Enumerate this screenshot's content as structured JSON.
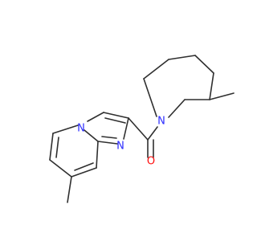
{
  "molecule": {
    "atom_labels": {
      "n_pyridine": "N",
      "n_imidazole": "N",
      "n_piperidine": "N",
      "o_carbonyl": "O"
    },
    "colors": {
      "bond": "#2f2f2f",
      "nitrogen": "#2c2cff",
      "oxygen": "#ff0d0d",
      "background": "#ffffff"
    }
  }
}
